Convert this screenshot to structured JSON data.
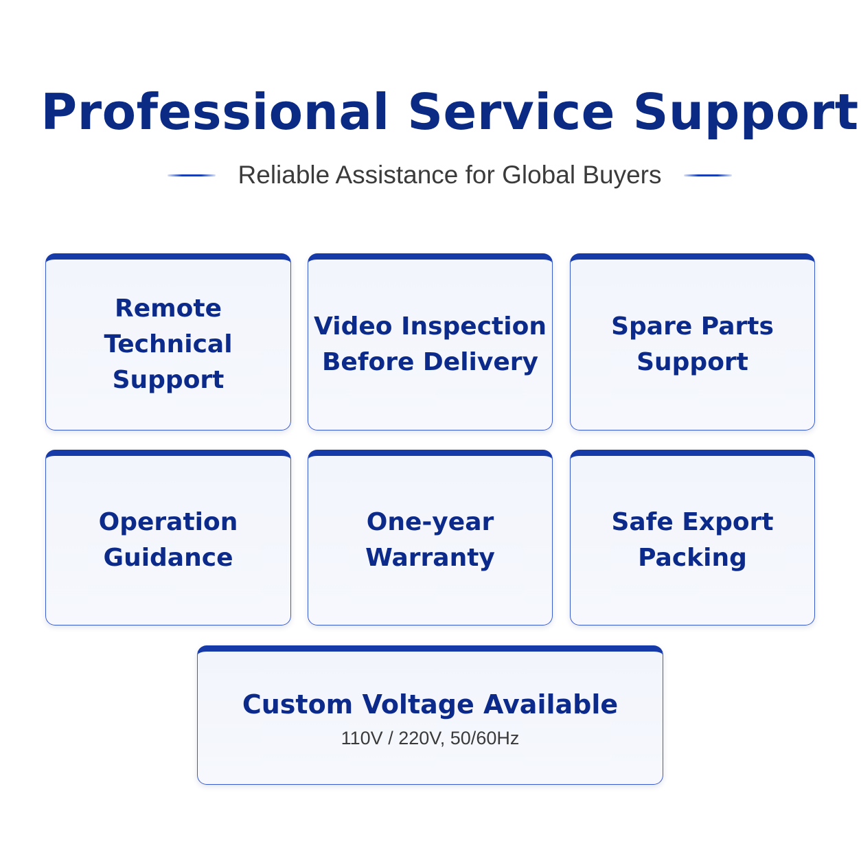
{
  "header": {
    "title": "Professional Service Support",
    "subtitle": "Reliable Assistance for Global Buyers"
  },
  "services": [
    {
      "label": "Remote\nTechnical Support"
    },
    {
      "label": "Video Inspection\nBefore Delivery"
    },
    {
      "label": "Spare Parts\nSupport"
    },
    {
      "label": "Operation\nGuidance"
    },
    {
      "label": "One-year\nWarranty"
    },
    {
      "label": "Safe Export\nPacking"
    }
  ],
  "voltage": {
    "label": "Custom Voltage Available",
    "detail": "110V / 220V, 50/60Hz"
  },
  "colors": {
    "accent": "#173aa9",
    "title": "#0a2a84",
    "card_background": "#f2f5fc"
  }
}
